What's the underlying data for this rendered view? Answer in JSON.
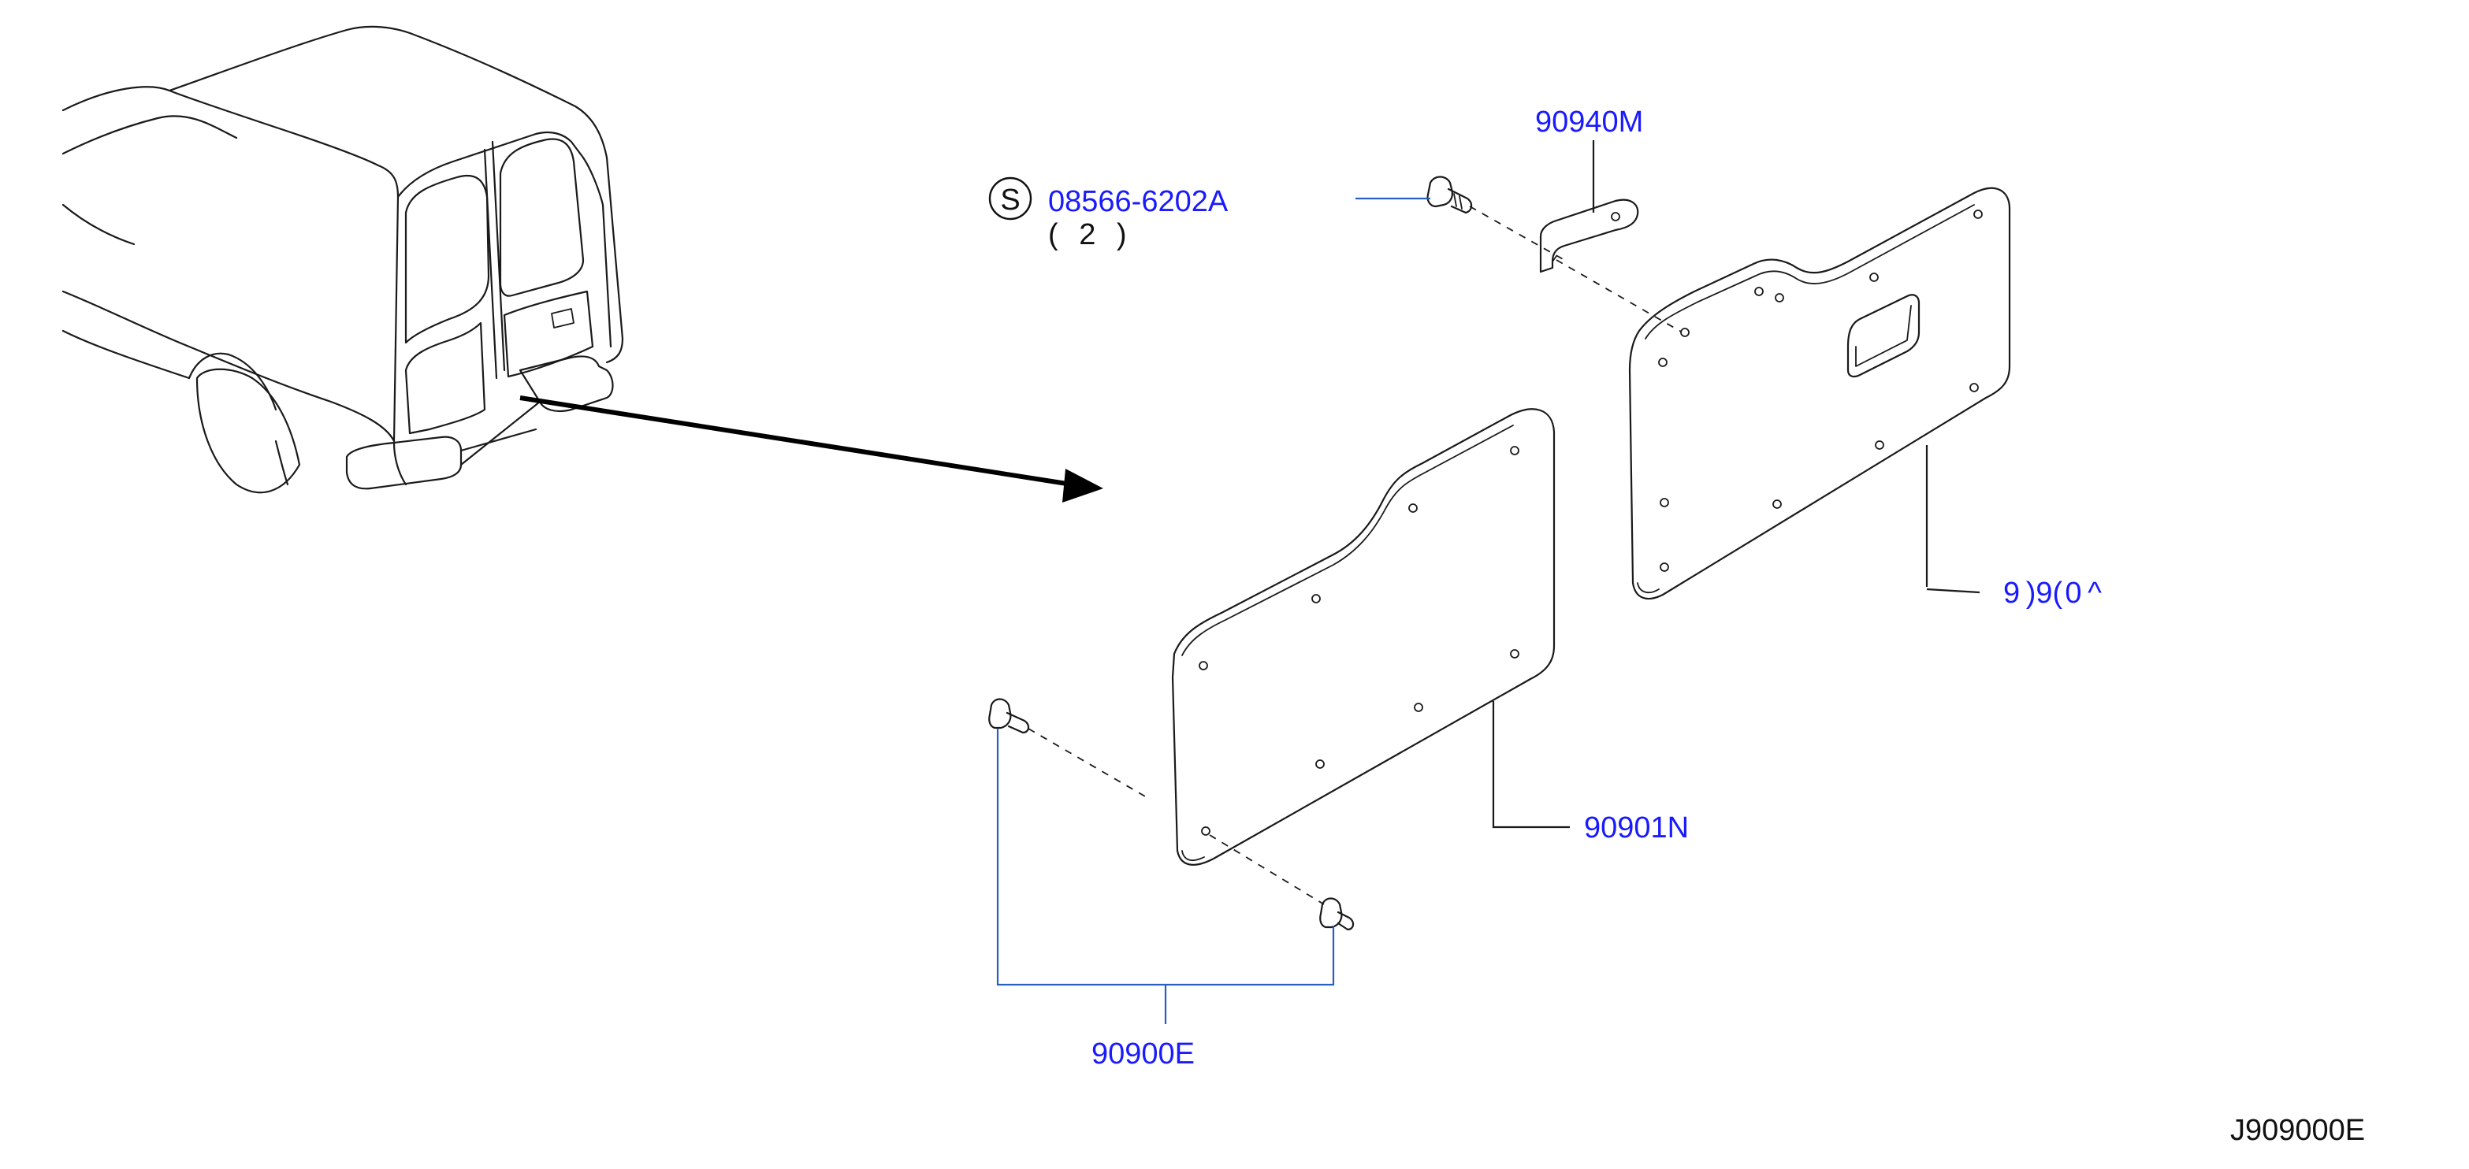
{
  "callouts": {
    "screw_symbol": "S",
    "screw_part": "08566-6202A",
    "screw_qty": "( 2 )",
    "clip_part": "90940M",
    "right_panel_part": "9 )9( 0 ^",
    "left_panel_part": "90901N",
    "fastener_part": "90900E",
    "diagram_id": "J909000E"
  },
  "colors": {
    "part_number": "#1a1aff",
    "leader_line": "#2a5fc2",
    "drawing": "#1a1a1a"
  }
}
